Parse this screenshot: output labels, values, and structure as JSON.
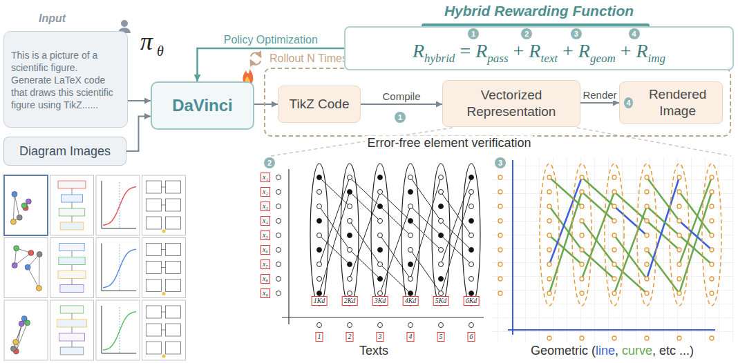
{
  "diagram": {
    "nodes": [
      {
        "text": [
          "Input",
          "This is a picture of a scientific figure. Generate LaTeX code that draws this scientific figure using TikZ......"
        ]
      },
      {
        "text": [
          "Diagram Images"
        ]
      },
      {
        "text": [
          "DaVinci"
        ]
      },
      {
        "text": [
          "Rollout N Times"
        ]
      },
      {
        "text": [
          "TikZ Code"
        ],
        "in": 3
      },
      {
        "text": [
          "Vectorized Representation"
        ],
        "in": 3
      },
      {
        "text": [
          "4",
          "Rendered Image"
        ],
        "in": 3
      },
      {
        "text": [
          "Hybrid Rewarding Function",
          "R",
          "hybrid",
          "=",
          "R",
          "pass",
          "+",
          "R",
          "text",
          "+",
          "R",
          "geom",
          "+",
          "R",
          "img"
        ]
      },
      {
        "text": [
          "Texts"
        ]
      },
      {
        "text": [
          "Geometric (",
          "line",
          ", ",
          "curve",
          ", etc ...)"
        ]
      }
    ],
    "edges": [
      {
        "from": 0,
        "to": 2,
        "arrow": "to"
      },
      {
        "from": 1,
        "to": 2,
        "arrow": "to"
      },
      {
        "from": 2,
        "to": 4,
        "arrow": "to"
      },
      {
        "from": 4,
        "to": 5,
        "label": "Compile",
        "arrow": "to"
      },
      {
        "from": 5,
        "to": 6,
        "label": "Render",
        "arrow": "to"
      },
      {
        "from": 7,
        "to": 2,
        "label": "Policy Optimization",
        "arrow": "to"
      }
    ],
    "labels": [
      "π",
      "θ",
      "1",
      "2",
      "3",
      "4",
      "1",
      "Error-free element verification",
      "2",
      "3",
      "x₁",
      "x₂",
      "x₃",
      "x₄",
      "x₅",
      "x₆",
      "x₇",
      "x₈",
      "x₉",
      "1Kd",
      "2Kd",
      "3Kd",
      "4Kd",
      "5Kd",
      "6Kd",
      "1",
      "2",
      "3",
      "4",
      "5",
      "6"
    ]
  }
}
